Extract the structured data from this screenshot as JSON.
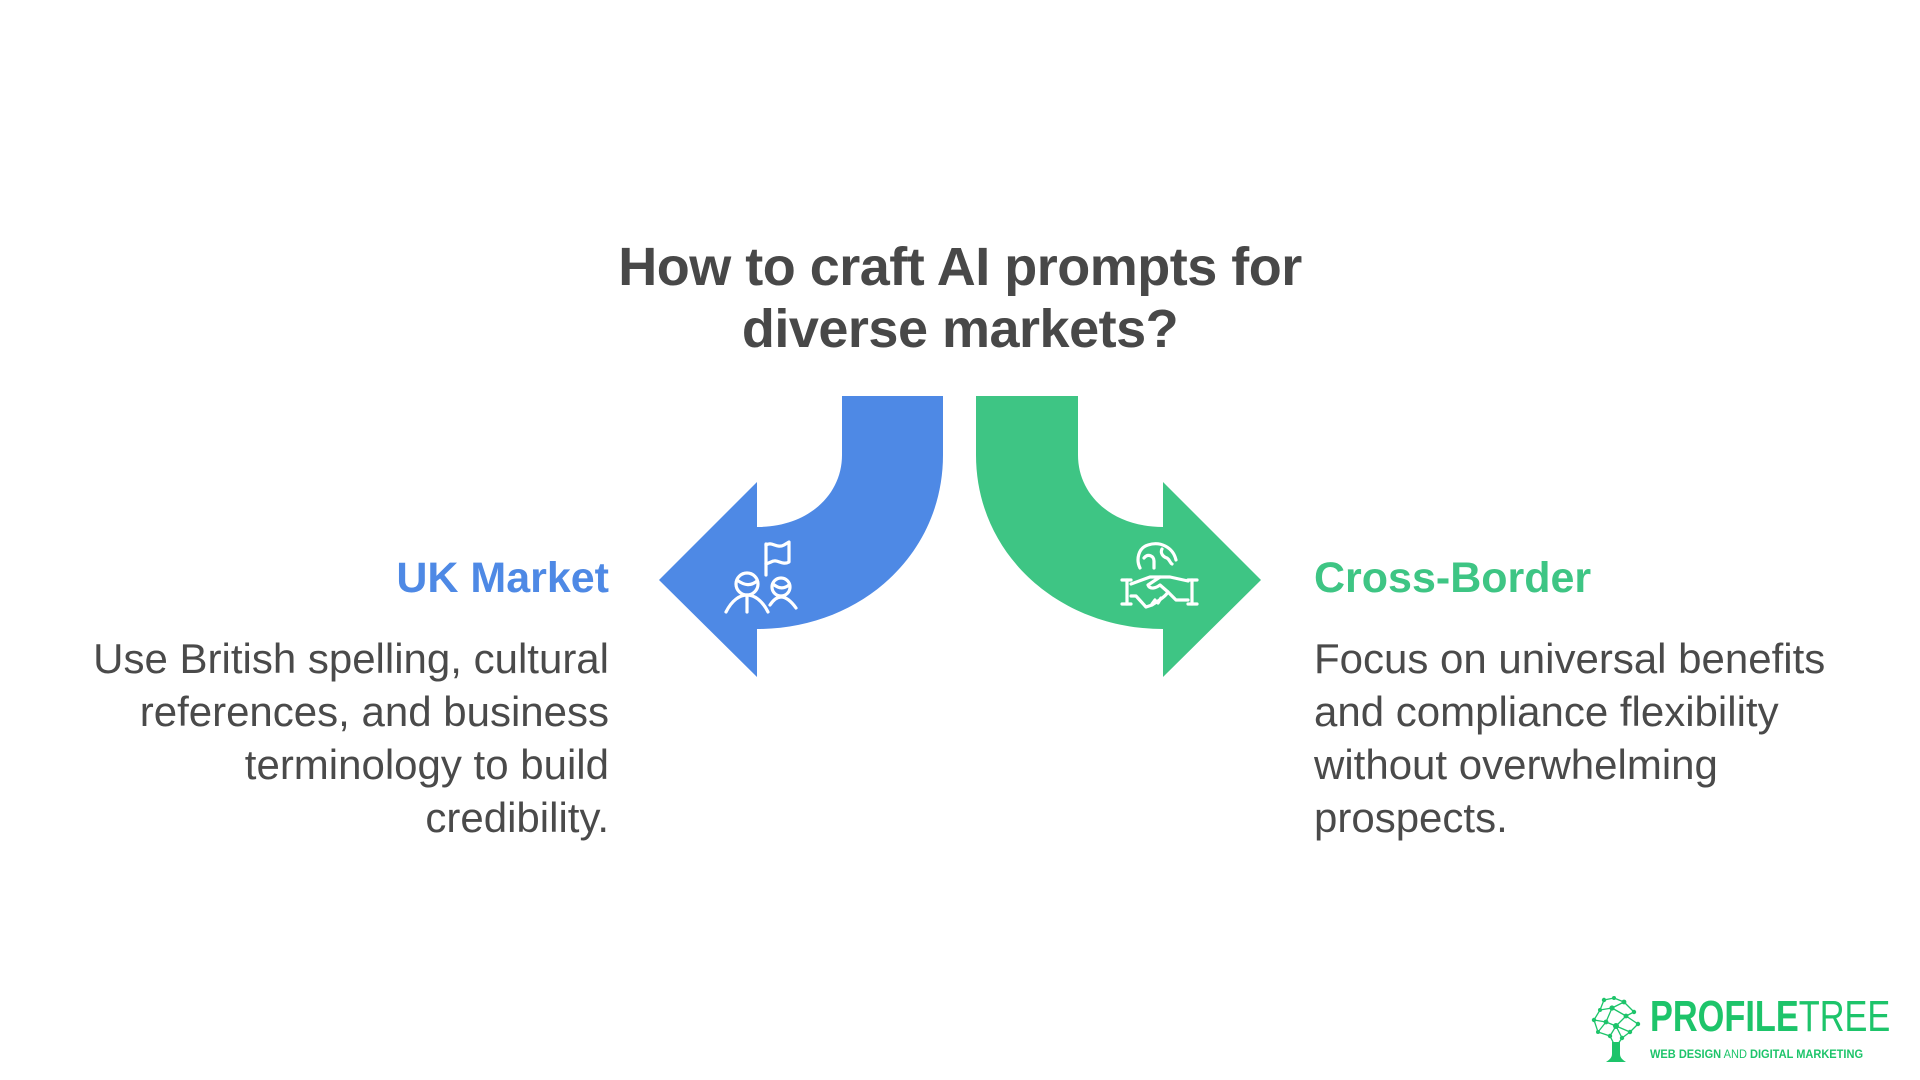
{
  "title": {
    "line1": "How to craft AI prompts for",
    "line2": "diverse markets?"
  },
  "branches": [
    {
      "side": "left",
      "heading": "UK Market",
      "color": "#4E89E5",
      "icon": "people-flag-icon",
      "description_lines": [
        "Use British spelling, cultural",
        "references, and business",
        "terminology to build",
        "credibility."
      ]
    },
    {
      "side": "right",
      "heading": "Cross-Border",
      "color": "#3EC584",
      "icon": "globe-handshake-icon",
      "description_lines": [
        "Focus on universal benefits",
        "and compliance flexibility",
        "without overwhelming",
        "prospects."
      ]
    }
  ],
  "logo": {
    "word_bold": "PROFILE",
    "word_light": "TREE",
    "tag_part1": "WEB DESIGN",
    "tag_part2": " AND ",
    "tag_part3": "DIGITAL MARKETING",
    "color": "#1DC46A",
    "icon": "network-tree-icon"
  },
  "colors": {
    "text_dark": "#484848",
    "body_text": "#4A4A4A",
    "blue": "#4E89E5",
    "green": "#3EC584",
    "background": "#FFFFFF"
  }
}
